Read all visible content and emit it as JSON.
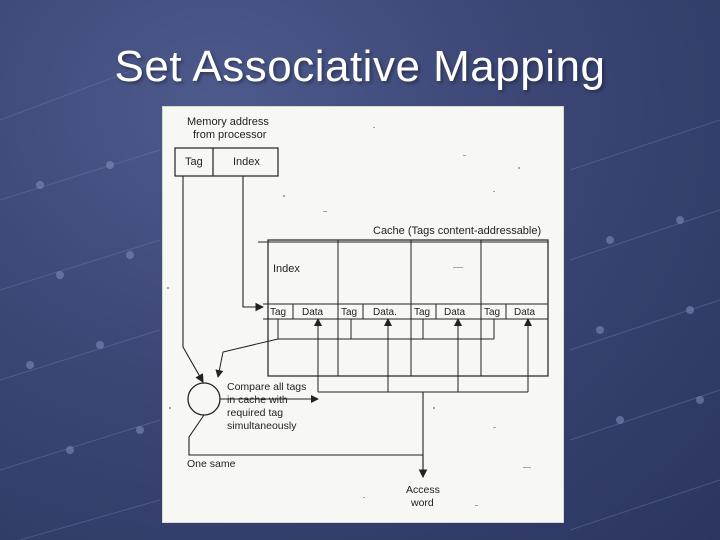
{
  "slide": {
    "title": "Set Associative Mapping"
  },
  "diagram": {
    "memory_address_line1": "Memory address",
    "memory_address_line2": "from processor",
    "tag_field": "Tag",
    "index_field": "Index",
    "cache_caption": "Cache (Tags content-addressable)",
    "index_label": "Index",
    "columns": [
      {
        "tag": "Tag",
        "data": "Data"
      },
      {
        "tag": "Tag",
        "data": "Data."
      },
      {
        "tag": "Tag",
        "data": "Data"
      },
      {
        "tag": "Tag",
        "data": "Data"
      }
    ],
    "compare_line1": "Compare all tags",
    "compare_line2": "in cache with",
    "compare_line3": "required tag",
    "compare_line4": "simultaneously",
    "one_same": "One same",
    "access_line1": "Access",
    "access_line2": "word"
  },
  "colors": {
    "background": "#3b4675",
    "figure_paper": "#f7f7f4",
    "ink": "#222222"
  }
}
